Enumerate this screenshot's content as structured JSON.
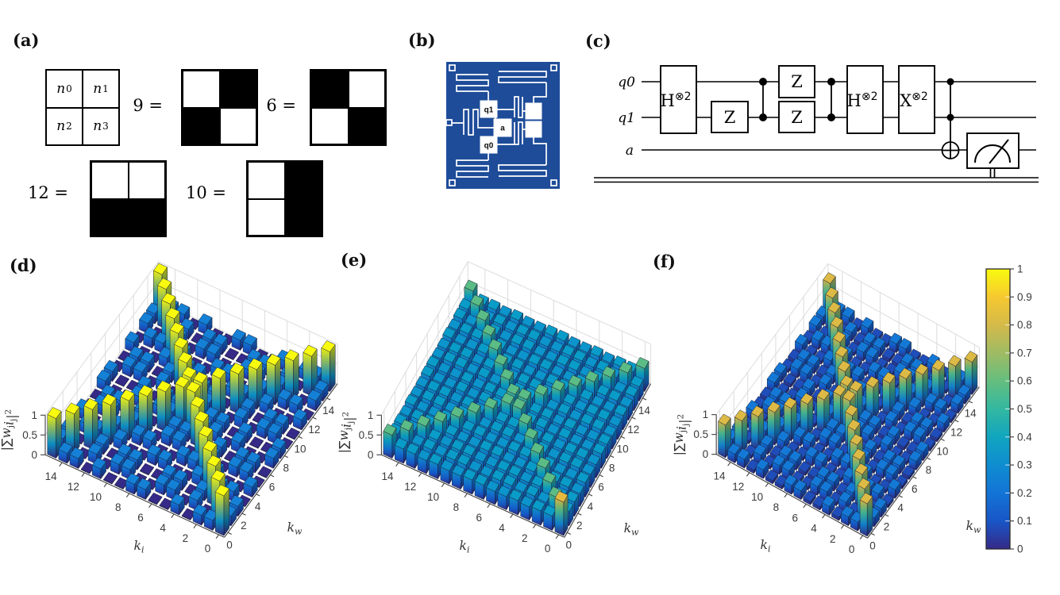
{
  "panels": {
    "a": "(a)",
    "b": "(b)",
    "c": "(c)",
    "d": "(d)",
    "e": "(e)",
    "f": "(f)"
  },
  "panel_a": {
    "grid_cells": [
      {
        "base": "n",
        "sub": "0"
      },
      {
        "base": "n",
        "sub": "1"
      },
      {
        "base": "n",
        "sub": "2"
      },
      {
        "base": "n",
        "sub": "3"
      }
    ],
    "patterns": [
      {
        "number": "9",
        "eq": "=",
        "cells": [
          0,
          1,
          1,
          0
        ]
      },
      {
        "number": "6",
        "eq": "=",
        "cells": [
          1,
          0,
          0,
          1
        ]
      },
      {
        "number": "12",
        "eq": "=",
        "cells": [
          0,
          0,
          1,
          1
        ]
      },
      {
        "number": "10",
        "eq": "=",
        "cells": [
          0,
          1,
          0,
          1
        ]
      }
    ]
  },
  "panel_b": {
    "chip_color": "#1e4c99",
    "trace_color": "#ffffff",
    "qubit_labels": [
      "q1",
      "a",
      "q0"
    ]
  },
  "panel_c": {
    "wire_labels": [
      "q0",
      "q1",
      "a"
    ],
    "gates": [
      {
        "label": "H",
        "sup": "⊗2"
      },
      {
        "label": "Z"
      },
      {
        "label": "Z"
      },
      {
        "label": "Z"
      },
      {
        "label": "H",
        "sup": "⊗2"
      },
      {
        "label": "X",
        "sup": "⊗2"
      }
    ]
  },
  "chart_data": [
    {
      "id": "d",
      "type": "bar3d",
      "xlabel": {
        "base": "k",
        "sub": "i"
      },
      "ylabel": {
        "base": "k",
        "sub": "w"
      },
      "zlabel": {
        "prefix": "|∑",
        "terms": [
          {
            "base": "w",
            "sub": "j"
          },
          {
            "base": "i",
            "sub": "j"
          }
        ],
        "close": "|",
        "sup": "2"
      },
      "xticks": [
        0,
        2,
        4,
        6,
        8,
        10,
        12,
        14
      ],
      "yticks": [
        0,
        2,
        4,
        6,
        8,
        10,
        12,
        14
      ],
      "zticks": [
        "0",
        "0.5",
        "1"
      ],
      "zlim": [
        0,
        1
      ],
      "values": [
        [
          1,
          0.25,
          0.25,
          0,
          0.25,
          0,
          0,
          0.25,
          0.25,
          0,
          0,
          0.25,
          0,
          0.25,
          0.25,
          1
        ],
        [
          0.25,
          1,
          0,
          0.25,
          0,
          0.25,
          0.25,
          0,
          0,
          0.25,
          0.25,
          0,
          0.25,
          0,
          1,
          0.25
        ],
        [
          0.25,
          0,
          1,
          0.25,
          0,
          0.25,
          0.25,
          0,
          0,
          0.25,
          0.25,
          0,
          0.25,
          1,
          0,
          0.25
        ],
        [
          0,
          0.25,
          0.25,
          1,
          0.25,
          0,
          0,
          0.25,
          0.25,
          0,
          0,
          0.25,
          1,
          0.25,
          0.25,
          0
        ],
        [
          0.25,
          0,
          0,
          0.25,
          1,
          0.25,
          0.25,
          0,
          0,
          0.25,
          0.25,
          1,
          0.25,
          0,
          0,
          0.25
        ],
        [
          0,
          0.25,
          0.25,
          0,
          0.25,
          1,
          0,
          0.25,
          0.25,
          0,
          1,
          0.25,
          0,
          0.25,
          0.25,
          0
        ],
        [
          0,
          0.25,
          0.25,
          0,
          0.25,
          0,
          1,
          0.25,
          0.25,
          1,
          0,
          0.25,
          0,
          0.25,
          0.25,
          0
        ],
        [
          0.25,
          0,
          0,
          0.25,
          0,
          0.25,
          0.25,
          1,
          1,
          0.25,
          0.25,
          0,
          0.25,
          0,
          0,
          0.25
        ],
        [
          0.25,
          0,
          0,
          0.25,
          0,
          0.25,
          0.25,
          1,
          1,
          0.25,
          0.25,
          0,
          0.25,
          0,
          0,
          0.25
        ],
        [
          0,
          0.25,
          0.25,
          0,
          0.25,
          0,
          1,
          0.25,
          0.25,
          1,
          0,
          0.25,
          0,
          0.25,
          0.25,
          0
        ],
        [
          0,
          0.25,
          0.25,
          0,
          0.25,
          1,
          0,
          0.25,
          0.25,
          0,
          1,
          0.25,
          0,
          0.25,
          0.25,
          0
        ],
        [
          0.25,
          0,
          0,
          0.25,
          1,
          0.25,
          0.25,
          0,
          0,
          0.25,
          0.25,
          1,
          0.25,
          0,
          0,
          0.25
        ],
        [
          0,
          0.25,
          0.25,
          1,
          0.25,
          0,
          0,
          0.25,
          0.25,
          0,
          0,
          0.25,
          1,
          0.25,
          0.25,
          0
        ],
        [
          0.25,
          0,
          1,
          0.25,
          0,
          0.25,
          0.25,
          0,
          0,
          0.25,
          0.25,
          0,
          0.25,
          1,
          0,
          0.25
        ],
        [
          0.25,
          1,
          0,
          0.25,
          0,
          0.25,
          0.25,
          0,
          0,
          0.25,
          0.25,
          0,
          0.25,
          0,
          1,
          0.25
        ],
        [
          1,
          0.25,
          0.25,
          0,
          0.25,
          0,
          0,
          0.25,
          0.25,
          0,
          0,
          0.25,
          0,
          0.25,
          0.25,
          1
        ]
      ]
    },
    {
      "id": "e",
      "type": "bar3d",
      "xlabel": {
        "base": "k",
        "sub": "i"
      },
      "ylabel": {
        "base": "k",
        "sub": "w"
      },
      "zlabel": {
        "prefix": "|∑",
        "terms": [
          {
            "base": "w",
            "sub": "j"
          },
          {
            "base": "i",
            "sub": "j"
          }
        ],
        "close": "|",
        "sup": "2"
      },
      "xticks": [
        0,
        2,
        4,
        6,
        8,
        10,
        12,
        14
      ],
      "yticks": [
        0,
        2,
        4,
        6,
        8,
        10,
        12,
        14
      ],
      "zticks": [
        "0",
        "0.5",
        "1"
      ],
      "zlim": [
        0,
        1
      ],
      "values": [
        [
          0.84,
          0.36,
          0.36,
          0.33,
          0.36,
          0.33,
          0.33,
          0.36,
          0.36,
          0.33,
          0.33,
          0.36,
          0.33,
          0.36,
          0.36,
          0.58
        ],
        [
          0.36,
          0.58,
          0.33,
          0.36,
          0.33,
          0.36,
          0.36,
          0.33,
          0.33,
          0.36,
          0.36,
          0.33,
          0.36,
          0.33,
          0.58,
          0.36
        ],
        [
          0.36,
          0.33,
          0.58,
          0.36,
          0.33,
          0.36,
          0.36,
          0.33,
          0.33,
          0.36,
          0.36,
          0.33,
          0.36,
          0.58,
          0.33,
          0.36
        ],
        [
          0.33,
          0.36,
          0.36,
          0.58,
          0.36,
          0.33,
          0.33,
          0.36,
          0.36,
          0.33,
          0.33,
          0.36,
          0.58,
          0.36,
          0.36,
          0.33
        ],
        [
          0.36,
          0.33,
          0.33,
          0.36,
          0.58,
          0.36,
          0.36,
          0.33,
          0.33,
          0.36,
          0.36,
          0.58,
          0.36,
          0.33,
          0.33,
          0.36
        ],
        [
          0.33,
          0.36,
          0.36,
          0.33,
          0.36,
          0.58,
          0.33,
          0.36,
          0.36,
          0.33,
          0.58,
          0.36,
          0.33,
          0.36,
          0.36,
          0.33
        ],
        [
          0.33,
          0.36,
          0.36,
          0.33,
          0.36,
          0.33,
          0.58,
          0.36,
          0.36,
          0.58,
          0.33,
          0.36,
          0.33,
          0.36,
          0.36,
          0.33
        ],
        [
          0.36,
          0.33,
          0.33,
          0.36,
          0.33,
          0.36,
          0.36,
          0.58,
          0.58,
          0.36,
          0.36,
          0.33,
          0.36,
          0.33,
          0.33,
          0.36
        ],
        [
          0.36,
          0.33,
          0.33,
          0.36,
          0.33,
          0.36,
          0.36,
          0.58,
          0.58,
          0.36,
          0.36,
          0.33,
          0.36,
          0.33,
          0.33,
          0.36
        ],
        [
          0.33,
          0.36,
          0.36,
          0.33,
          0.36,
          0.33,
          0.58,
          0.36,
          0.36,
          0.58,
          0.33,
          0.36,
          0.33,
          0.36,
          0.36,
          0.33
        ],
        [
          0.33,
          0.36,
          0.36,
          0.33,
          0.36,
          0.58,
          0.33,
          0.36,
          0.36,
          0.33,
          0.58,
          0.36,
          0.33,
          0.36,
          0.36,
          0.33
        ],
        [
          0.36,
          0.33,
          0.33,
          0.36,
          0.58,
          0.36,
          0.36,
          0.33,
          0.33,
          0.36,
          0.36,
          0.58,
          0.36,
          0.33,
          0.33,
          0.36
        ],
        [
          0.33,
          0.36,
          0.36,
          0.58,
          0.36,
          0.33,
          0.33,
          0.36,
          0.36,
          0.33,
          0.33,
          0.36,
          0.58,
          0.36,
          0.36,
          0.33
        ],
        [
          0.36,
          0.33,
          0.58,
          0.36,
          0.33,
          0.36,
          0.36,
          0.33,
          0.33,
          0.36,
          0.36,
          0.33,
          0.36,
          0.58,
          0.33,
          0.36
        ],
        [
          0.36,
          0.58,
          0.33,
          0.36,
          0.33,
          0.36,
          0.36,
          0.33,
          0.33,
          0.36,
          0.36,
          0.33,
          0.36,
          0.33,
          0.58,
          0.36
        ],
        [
          0.58,
          0.36,
          0.36,
          0.33,
          0.36,
          0.33,
          0.33,
          0.36,
          0.36,
          0.33,
          0.33,
          0.36,
          0.33,
          0.36,
          0.36,
          0.58
        ]
      ]
    },
    {
      "id": "f",
      "type": "bar3d",
      "xlabel": {
        "base": "k",
        "sub": "i"
      },
      "ylabel": {
        "base": "k",
        "sub": "w"
      },
      "zlabel": {
        "prefix": "|∑",
        "terms": [
          {
            "base": "w",
            "sub": "j"
          },
          {
            "base": "i",
            "sub": "j"
          }
        ],
        "close": "|",
        "sup": "2"
      },
      "xticks": [
        0,
        2,
        4,
        6,
        8,
        10,
        12,
        14
      ],
      "yticks": [
        0,
        2,
        4,
        6,
        8,
        10,
        12,
        14
      ],
      "zticks": [
        "0",
        "0.5",
        "1"
      ],
      "zlim": [
        0,
        1
      ],
      "values": [
        [
          0.82,
          0.22,
          0.22,
          0.08,
          0.22,
          0.08,
          0.08,
          0.22,
          0.22,
          0.08,
          0.08,
          0.22,
          0.08,
          0.22,
          0.22,
          0.82
        ],
        [
          0.22,
          0.82,
          0.08,
          0.22,
          0.08,
          0.22,
          0.22,
          0.08,
          0.08,
          0.22,
          0.22,
          0.08,
          0.22,
          0.08,
          0.82,
          0.22
        ],
        [
          0.22,
          0.08,
          0.82,
          0.22,
          0.08,
          0.22,
          0.22,
          0.08,
          0.08,
          0.22,
          0.22,
          0.08,
          0.22,
          0.82,
          0.08,
          0.22
        ],
        [
          0.08,
          0.22,
          0.22,
          0.82,
          0.22,
          0.08,
          0.08,
          0.22,
          0.22,
          0.08,
          0.08,
          0.22,
          0.82,
          0.22,
          0.22,
          0.08
        ],
        [
          0.22,
          0.08,
          0.08,
          0.22,
          0.82,
          0.22,
          0.22,
          0.08,
          0.08,
          0.22,
          0.22,
          0.82,
          0.22,
          0.08,
          0.08,
          0.22
        ],
        [
          0.08,
          0.22,
          0.22,
          0.08,
          0.22,
          0.82,
          0.08,
          0.22,
          0.22,
          0.08,
          0.82,
          0.22,
          0.08,
          0.22,
          0.22,
          0.08
        ],
        [
          0.08,
          0.22,
          0.22,
          0.08,
          0.22,
          0.08,
          0.82,
          0.22,
          0.22,
          0.82,
          0.08,
          0.22,
          0.08,
          0.22,
          0.22,
          0.08
        ],
        [
          0.22,
          0.08,
          0.08,
          0.22,
          0.08,
          0.22,
          0.22,
          0.82,
          0.82,
          0.22,
          0.22,
          0.08,
          0.22,
          0.08,
          0.08,
          0.22
        ],
        [
          0.22,
          0.08,
          0.08,
          0.22,
          0.08,
          0.22,
          0.22,
          0.82,
          0.82,
          0.22,
          0.22,
          0.08,
          0.22,
          0.08,
          0.08,
          0.22
        ],
        [
          0.08,
          0.22,
          0.22,
          0.08,
          0.22,
          0.08,
          0.82,
          0.22,
          0.22,
          0.82,
          0.08,
          0.22,
          0.08,
          0.22,
          0.22,
          0.08
        ],
        [
          0.08,
          0.22,
          0.22,
          0.08,
          0.22,
          0.82,
          0.08,
          0.22,
          0.22,
          0.08,
          0.82,
          0.22,
          0.08,
          0.22,
          0.22,
          0.08
        ],
        [
          0.22,
          0.08,
          0.08,
          0.22,
          0.82,
          0.22,
          0.22,
          0.08,
          0.08,
          0.22,
          0.22,
          0.82,
          0.22,
          0.08,
          0.08,
          0.22
        ],
        [
          0.08,
          0.22,
          0.22,
          0.82,
          0.22,
          0.08,
          0.08,
          0.22,
          0.22,
          0.08,
          0.08,
          0.22,
          0.82,
          0.22,
          0.22,
          0.08
        ],
        [
          0.22,
          0.08,
          0.82,
          0.22,
          0.08,
          0.22,
          0.22,
          0.08,
          0.08,
          0.22,
          0.22,
          0.08,
          0.22,
          0.82,
          0.08,
          0.22
        ],
        [
          0.22,
          0.82,
          0.08,
          0.22,
          0.08,
          0.22,
          0.22,
          0.08,
          0.08,
          0.22,
          0.22,
          0.08,
          0.22,
          0.08,
          0.82,
          0.22
        ],
        [
          0.82,
          0.22,
          0.22,
          0.08,
          0.22,
          0.08,
          0.08,
          0.22,
          0.22,
          0.08,
          0.08,
          0.22,
          0.08,
          0.22,
          0.22,
          0.82
        ]
      ]
    }
  ],
  "colorbar": {
    "min": 0,
    "max": 1,
    "ticks": [
      "0",
      "0.1",
      "0.2",
      "0.3",
      "0.4",
      "0.5",
      "0.6",
      "0.7",
      "0.8",
      "0.9",
      "1"
    ],
    "colormap_stops": [
      "#352a87",
      "#1261d7",
      "#1480d6",
      "#08a0c7",
      "#33b8a1",
      "#71bf76",
      "#beb956",
      "#f5bb38",
      "#f9fb0e"
    ]
  }
}
